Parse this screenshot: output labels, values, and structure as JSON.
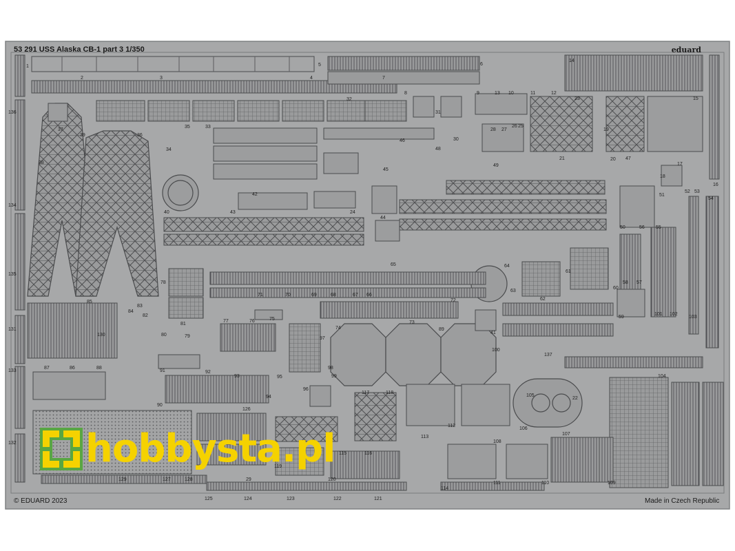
{
  "header": {
    "title": "53 291 USS Alaska CB-1 part 3  1/350",
    "brand": "eduard"
  },
  "footer": {
    "copyright": "© EDUARD 2023",
    "origin": "Made in Czech Republic"
  },
  "watermark": {
    "text": "hobbysta.pl",
    "color": "#f5d200",
    "icon": "hobbysta-logo-icon"
  },
  "colors": {
    "fret": "#a7a8a9",
    "frame": "#8f9092",
    "part": "#9a9b9c",
    "outline": "#4a4b4d",
    "background": "#ffffff"
  },
  "part_labels": [
    "1",
    "2",
    "3",
    "4",
    "5",
    "6",
    "7",
    "8",
    "9",
    "10",
    "11",
    "12",
    "13",
    "14",
    "15",
    "16",
    "17",
    "18",
    "19",
    "20",
    "21",
    "22",
    "23",
    "24",
    "25",
    "26",
    "27",
    "28",
    "29",
    "30",
    "31",
    "32",
    "33",
    "34",
    "35",
    "36",
    "37",
    "38",
    "39",
    "40",
    "41",
    "42",
    "43",
    "44",
    "45",
    "46",
    "47",
    "48",
    "49",
    "50",
    "51",
    "52",
    "53",
    "54",
    "55",
    "56",
    "57",
    "58",
    "59",
    "60",
    "61",
    "62",
    "63",
    "64",
    "65",
    "66",
    "67",
    "68",
    "69",
    "70",
    "71",
    "72",
    "73",
    "74",
    "75",
    "76",
    "77",
    "78",
    "79",
    "80",
    "81",
    "82",
    "83",
    "84",
    "85",
    "86",
    "87",
    "88",
    "89",
    "90",
    "91",
    "92",
    "93",
    "94",
    "95",
    "96",
    "97",
    "98",
    "99",
    "100",
    "101",
    "102",
    "103",
    "104",
    "105",
    "106",
    "107",
    "108",
    "109",
    "110",
    "111",
    "112",
    "113",
    "114",
    "115",
    "116",
    "117",
    "118",
    "119",
    "120",
    "121",
    "122",
    "123",
    "124",
    "125",
    "126",
    "127",
    "128",
    "129",
    "130",
    "131",
    "132",
    "133",
    "134",
    "135",
    "136"
  ]
}
